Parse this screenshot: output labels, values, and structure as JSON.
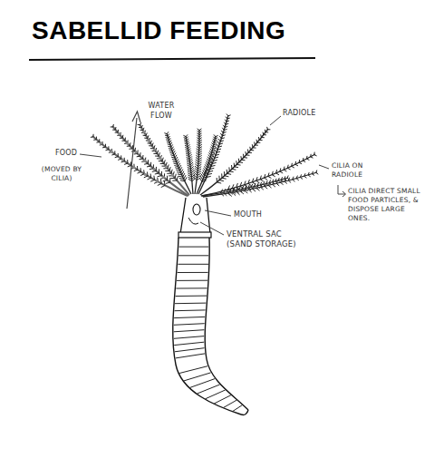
{
  "diagram": {
    "title": "SABELLID FEEDING",
    "labels": [
      "WATER FLOW",
      "RADIOLE",
      "FOOD",
      "(MOVED BY CILIA)",
      "CILIA ON RADIOLE",
      "CILIA DIRECT SMALL FOOD PARTICLES, & DISPOSE LARGE ONES.",
      "MOUTH",
      "VENTRAL SAC (SAND STORAGE)"
    ]
  }
}
